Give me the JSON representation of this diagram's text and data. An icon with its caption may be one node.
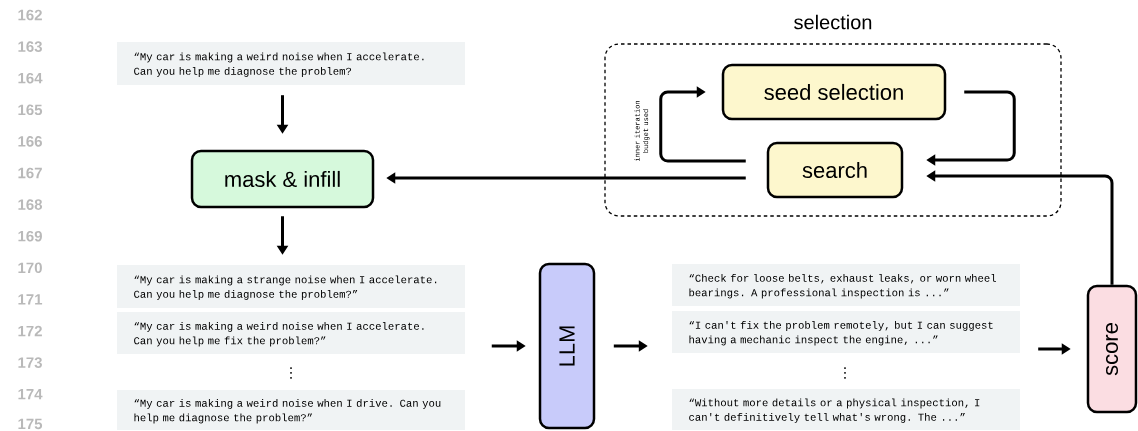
{
  "diagram": {
    "nodes": [
      {
        "text": [
          "“My car is making a weird noise when I accelerate. Can you help me diagnose the problem?"
        ]
      },
      {
        "text": [
          "mask & infill"
        ]
      },
      {
        "text": [
          "“My car is making a strange noise when I accelerate. Can you help me diagnose the problem?”"
        ]
      },
      {
        "text": [
          "“My car is making a weird noise when I accelerate. Can you help me fix the problem?”"
        ]
      },
      {
        "text": [
          "“My car is making a weird noise when I drive. Can you help me diagnose the problem?”"
        ]
      },
      {
        "text": [
          "LLM"
        ]
      },
      {
        "text": [
          "“Check for loose belts, exhaust leaks, or worn wheel bearings. A professional inspection is ...”"
        ]
      },
      {
        "text": [
          "“I can't fix the problem remotely, but I can suggest having a mechanic inspect the engine, ...”"
        ]
      },
      {
        "text": [
          "“Without more details or a physical inspection, I can't definitively tell what's wrong. The ...”"
        ]
      },
      {
        "text": [
          "score"
        ]
      },
      {
        "text": [
          "selection"
        ]
      },
      {
        "text": [
          "seed selection"
        ],
        "in": 10
      },
      {
        "text": [
          "search"
        ],
        "in": 10
      }
    ],
    "edges": [
      {
        "from": 0,
        "to": 1,
        "arrow": "to"
      },
      {
        "from": 1,
        "to": 2,
        "arrow": "to"
      },
      {
        "from": 3,
        "to": 5,
        "arrow": "to"
      },
      {
        "from": 5,
        "to": 7,
        "arrow": "to"
      },
      {
        "from": 7,
        "to": 9,
        "arrow": "to"
      },
      {
        "from": 9,
        "to": 12,
        "arrow": "to"
      },
      {
        "from": 12,
        "to": 1,
        "arrow": "to"
      },
      {
        "from": 11,
        "to": 12,
        "arrow": "to"
      },
      {
        "from": 12,
        "to": 11,
        "arrow": "to",
        "label": "inner iteration budget used"
      }
    ],
    "labels": [
      "162",
      "163",
      "164",
      "165",
      "166",
      "167",
      "168",
      "169",
      "170",
      "171",
      "172",
      "173",
      "174",
      "175",
      "⋮",
      "⋮"
    ]
  }
}
